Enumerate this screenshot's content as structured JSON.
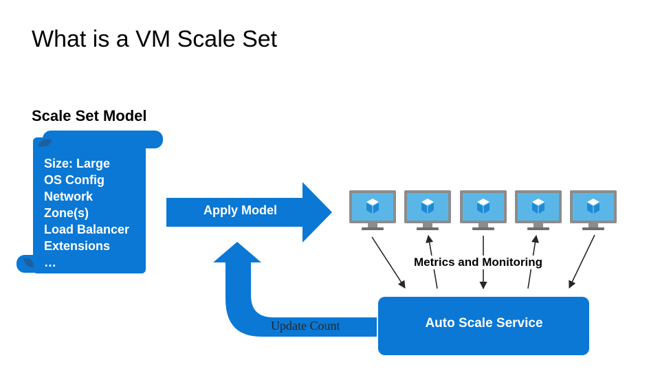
{
  "title": "What is a VM Scale Set",
  "model": {
    "heading": "Scale Set Model",
    "items": [
      "Size: Large",
      "OS Config",
      "Network",
      "Zone(s)",
      "Load Balancer",
      "Extensions",
      "…"
    ]
  },
  "flow": {
    "apply_label": "Apply Model",
    "update_label": "Update Count",
    "metrics_label": "Metrics and Monitoring",
    "service_label": "Auto Scale Service"
  },
  "vms": [
    {
      "icon": "vm-monitor-icon"
    },
    {
      "icon": "vm-monitor-icon"
    },
    {
      "icon": "vm-monitor-icon"
    },
    {
      "icon": "vm-monitor-icon"
    },
    {
      "icon": "vm-monitor-icon"
    }
  ],
  "colors": {
    "primary_blue": "#0A78D4",
    "screen_blue": "#5BB6E8",
    "cube_blue": "#1E8AD6",
    "monitor_gray": "#8C8C8C",
    "arrow_dark": "#262626"
  }
}
